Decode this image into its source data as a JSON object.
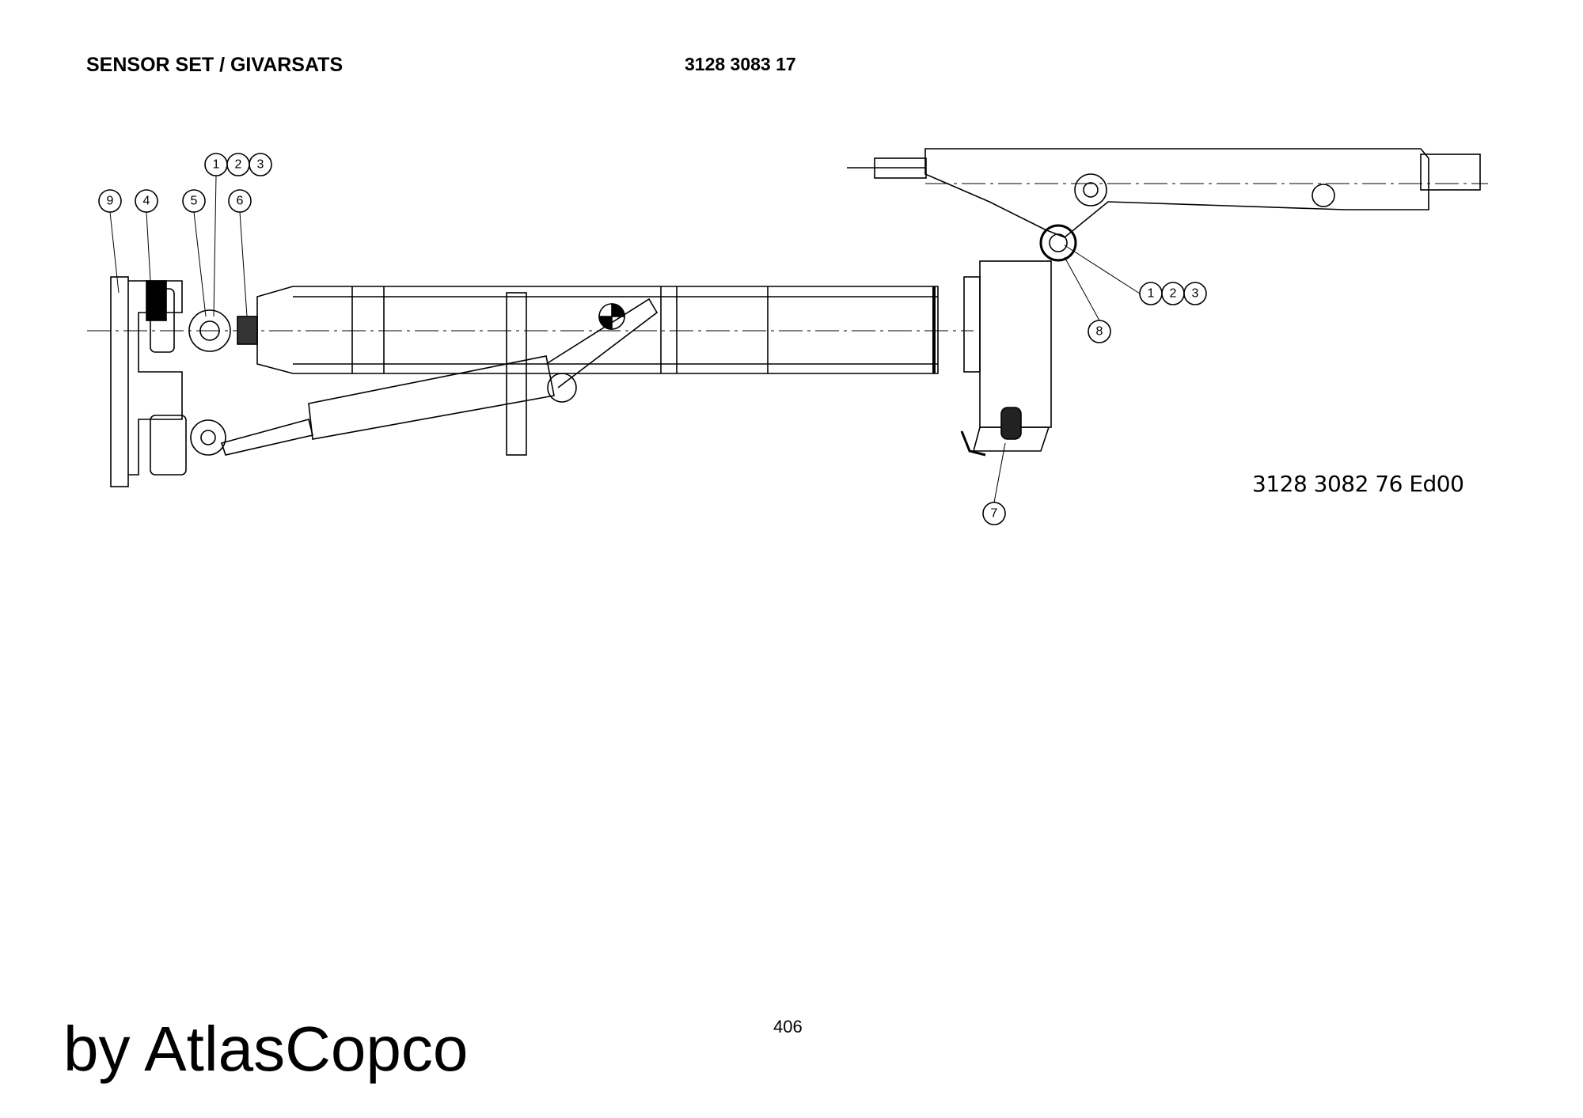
{
  "header": {
    "title": "SENSOR SET / GIVARSATS",
    "part_number": "3128 3083 17"
  },
  "drawing": {
    "drawing_number": "3128 3082 76  Ed00",
    "callouts": [
      "1",
      "2",
      "3",
      "4",
      "5",
      "6",
      "7",
      "8",
      "9"
    ],
    "callouts_left_group": [
      "1",
      "2",
      "3"
    ],
    "callouts_right_group": [
      "1",
      "2",
      "3"
    ]
  },
  "footer": {
    "page_number": "406",
    "brand": "by AtlasCopco"
  }
}
